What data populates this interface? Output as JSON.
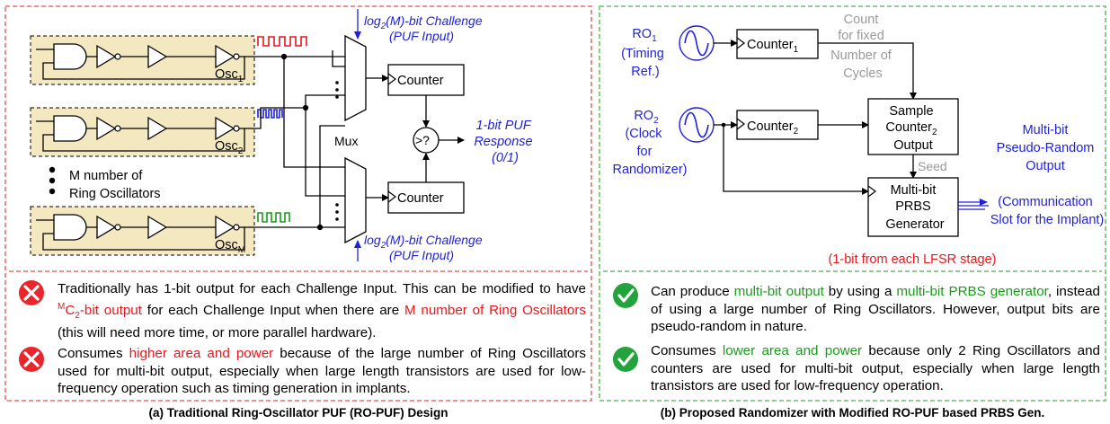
{
  "panel_a": {
    "osc_labels": [
      "Osc",
      "Osc",
      "Osc"
    ],
    "osc_subs": [
      "1",
      "2",
      "M"
    ],
    "challenge_top": [
      "log",
      "2",
      "(M)-bit Challenge"
    ],
    "challenge_top_line2": "(PUF Input)",
    "challenge_bottom": [
      "log",
      "2",
      "(M)-bit Challenge"
    ],
    "challenge_bottom_line2": "(PUF Input)",
    "mux_label": "Mux",
    "counter_top": "Counter",
    "counter_bottom": "Counter",
    "compare_label": ">?",
    "response": [
      "1-bit PUF",
      "Response",
      "(0/1)"
    ],
    "m_number": [
      "M number of",
      "Ring Oscillators"
    ],
    "note1": {
      "p1": "Traditionally has 1-bit output for each Challenge Input. This can be modified to have ",
      "sup": "M",
      "red1": "C",
      "sub": "2",
      "red2": "-bit output",
      "p2": " for each Challenge Input when there are ",
      "red3": "M number of Ring Oscillators",
      "p3": " (this will need more time, or more parallel hardware)."
    },
    "note2": {
      "p1": "Consumes ",
      "red1": "higher area and power",
      "p2": " because of the large number of Ring Oscillators used for multi-bit output, especially when large length transistors are used for low-frequency operation such as timing generation in implants."
    },
    "caption": "(a) Traditional Ring-Oscillator PUF (RO-PUF) Design"
  },
  "panel_b": {
    "ro1": [
      "RO",
      "1"
    ],
    "ro1_desc": [
      "(Timing",
      "Ref.)"
    ],
    "ro2": [
      "RO",
      "2"
    ],
    "ro2_desc": [
      "(Clock",
      "for",
      "Randomizer)"
    ],
    "counter1": [
      "Counter",
      "1"
    ],
    "counter2": [
      "Counter",
      "2"
    ],
    "count_note": [
      "Count",
      "for fixed",
      "Number of",
      "Cycles"
    ],
    "sample": [
      "Sample",
      "Counter",
      "2",
      "Output"
    ],
    "seed": "Seed",
    "prbs": [
      "Multi-bit",
      "PRBS",
      "Generator"
    ],
    "output_label": [
      "Multi-bit",
      "Pseudo-Random",
      "Output",
      "(Communication",
      "Slot for the Implant)"
    ],
    "lfsr_note": "(1-bit from each LFSR stage)",
    "note1": {
      "p1": "Can produce ",
      "g1": "multi-bit output",
      "p2": " by using a ",
      "g2": "multi-bit PRBS generator",
      "p3": ", instead of using a large number of Ring Oscillators. However, output bits are pseudo-random in nature."
    },
    "note2": {
      "p1": "Consumes ",
      "g1": "lower area and power",
      "p2": " because only 2 Ring Oscillators and counters are used for multi-bit output, especially when large length transistors are used for low-frequency operation."
    },
    "caption": "(b) Proposed Randomizer with Modified RO-PUF based PRBS Gen."
  },
  "colors": {
    "red_dash": "#d9534f",
    "green_dash": "#4caf50",
    "osc_fill": "#f4e8c1",
    "blue": "#1f1fe0",
    "red": "#e8161b",
    "green": "#1b9a1b",
    "gray": "#9a9a9a"
  }
}
